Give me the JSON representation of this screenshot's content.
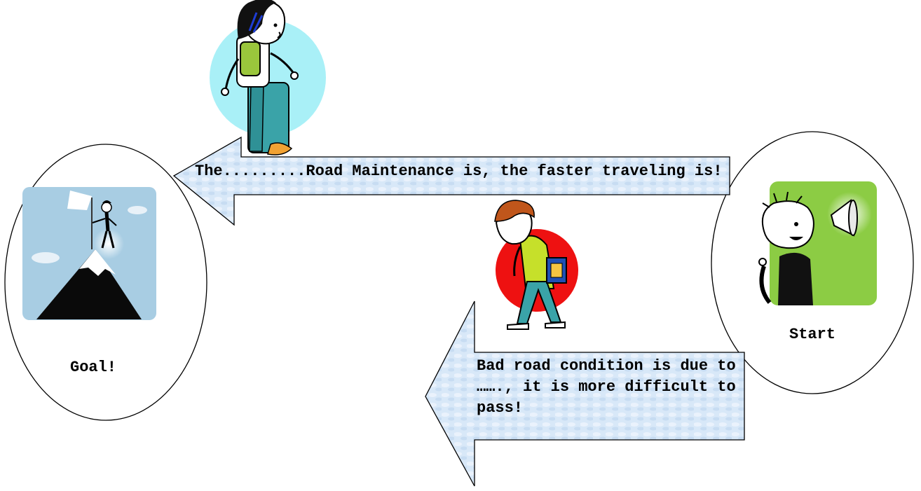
{
  "diagram": {
    "goal": {
      "label": "Goal!",
      "icon": "mountain-summit-flag-icon"
    },
    "start": {
      "label": "Start",
      "icon": "megaphone-person-icon"
    },
    "top_arrow": {
      "text": "The.........Road Maintenance is, the faster traveling is!",
      "figure": "walking-girl-icon",
      "badge_color": "#a9f0f7"
    },
    "bottom_arrow": {
      "text": "Bad road condition is due to ……., it is more difficult to pass!",
      "figure": "tired-student-icon",
      "badge_color": "#ee1111"
    },
    "colors": {
      "arrow_fill": "#d6e6f7",
      "goal_tile": "#a8cde3",
      "start_tile": "#8ccc44"
    }
  }
}
